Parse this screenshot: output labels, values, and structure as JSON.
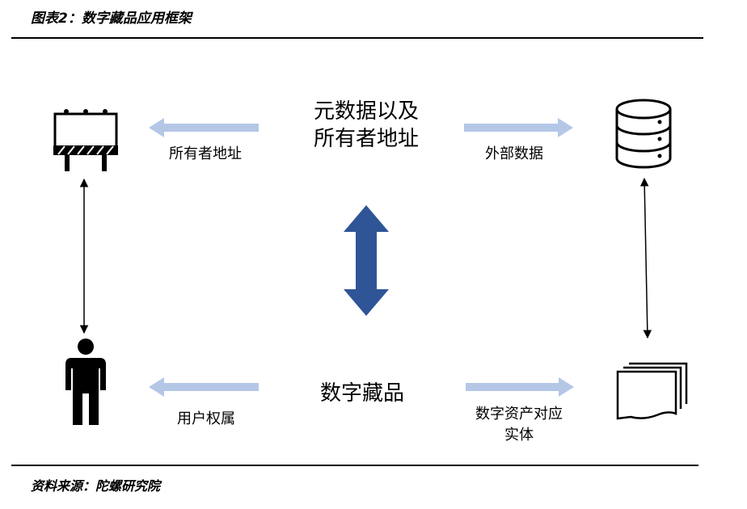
{
  "header": {
    "figure_title": "图表2：数字藏品应用框架"
  },
  "labels": {
    "metadata_line1": "元数据以及",
    "metadata_line2": "所有者地址",
    "owner_address": "所有者地址",
    "external_data": "外部数据",
    "digital_collectible": "数字藏品",
    "user_ownership": "用户权属",
    "asset_entity_line1": "数字资产对应",
    "asset_entity_line2": "实体"
  },
  "icons": {
    "billboard": "billboard-icon",
    "database": "database-icon",
    "person": "person-icon",
    "documents": "documents-icon"
  },
  "colors": {
    "light_arrow": "#b4c7e7",
    "bold_arrow": "#2f5597",
    "line": "#000000"
  },
  "footer": {
    "source": "资料来源：陀螺研究院"
  }
}
